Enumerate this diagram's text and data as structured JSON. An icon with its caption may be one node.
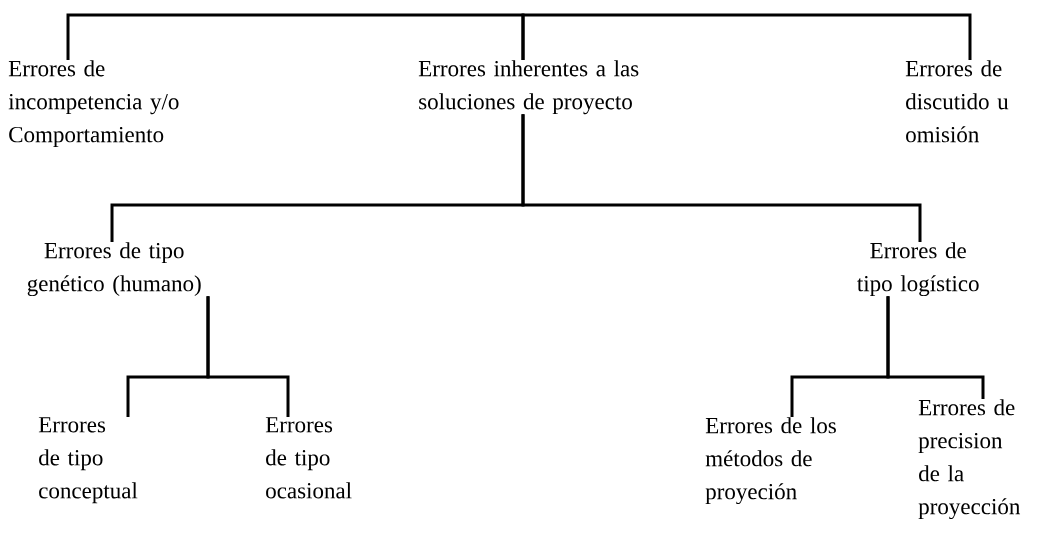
{
  "diagram": {
    "nodes": [
      {
        "text": [
          "Errores de incompetencia y/o Comportamiento"
        ]
      },
      {
        "text": [
          "Errores inherentes a las soluciones de proyecto"
        ]
      },
      {
        "text": [
          "Errores de discutido u omisión"
        ]
      },
      {
        "text": [
          "Errores de tipo genético (humano)"
        ]
      },
      {
        "text": [
          "Errores de tipo logístico"
        ]
      },
      {
        "text": [
          "Errores de tipo conceptual"
        ]
      },
      {
        "text": [
          "Errores de tipo ocasional"
        ]
      },
      {
        "text": [
          "Errores de los métodos de proyeción"
        ]
      },
      {
        "text": [
          "Errores de precision de la proyección"
        ]
      }
    ],
    "edges": [
      {
        "from": 1,
        "to": 0,
        "arrow": "none"
      },
      {
        "from": 1,
        "to": 2,
        "arrow": "none"
      },
      {
        "from": 1,
        "to": 3,
        "arrow": "none"
      },
      {
        "from": 1,
        "to": 4,
        "arrow": "none"
      },
      {
        "from": 3,
        "to": 5,
        "arrow": "none"
      },
      {
        "from": 3,
        "to": 6,
        "arrow": "none"
      },
      {
        "from": 4,
        "to": 7,
        "arrow": "none"
      },
      {
        "from": 4,
        "to": 8,
        "arrow": "none"
      }
    ]
  }
}
